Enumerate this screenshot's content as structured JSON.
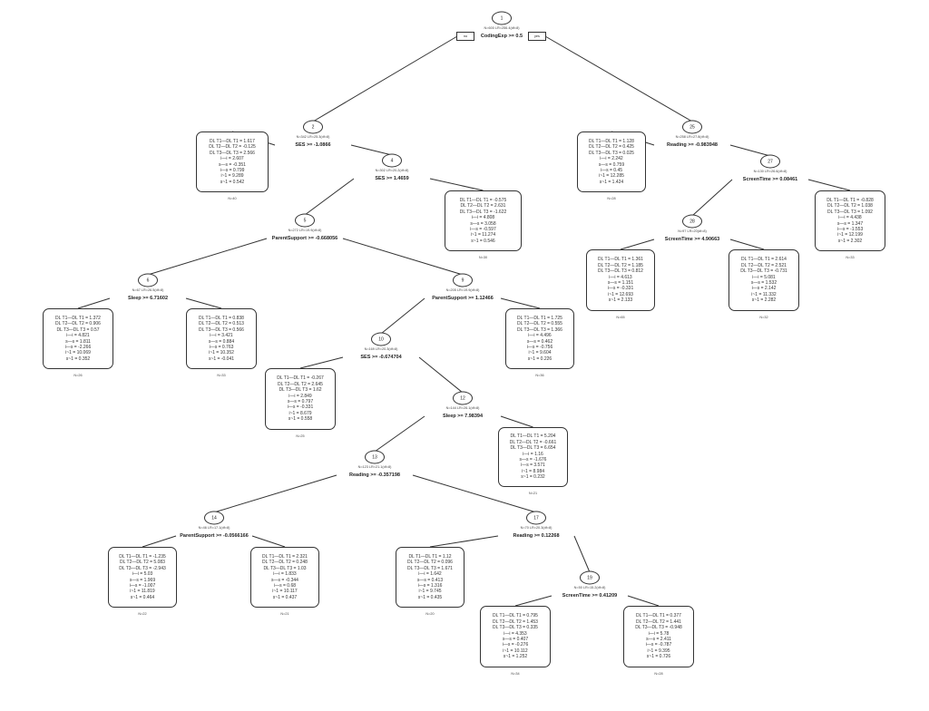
{
  "branch_labels": {
    "no": "no",
    "yes": "yes"
  },
  "nodes": [
    {
      "id": "1",
      "stats": "N=600 LR=256.4(df=8)",
      "split": "CodingExp >= 0.5"
    },
    {
      "id": "2",
      "stats": "N=342 LR=25.3(df=8)",
      "split": "SES >= -1.0866"
    },
    {
      "id": "4",
      "stats": "N=302 LR=20.2(df=8)",
      "split": "SES >= 1.4659"
    },
    {
      "id": "5",
      "stats": "N=272 LR=19.9(df=8)",
      "split": "ParentSupport >= -0.668056"
    },
    {
      "id": "6",
      "stats": "N=67 LR=26.5(df=8)",
      "split": "Sleep >= 6.71602"
    },
    {
      "id": "9",
      "stats": "N=205 LR=19.9(df=8)",
      "split": "ParentSupport >= 1.12466"
    },
    {
      "id": "10",
      "stats": "N=169 LR=20.3(df=8)",
      "split": "SES >= -0.674704"
    },
    {
      "id": "12",
      "stats": "N=144 LR=26.1(df=8)",
      "split": "Sleep >= 7.98394"
    },
    {
      "id": "13",
      "stats": "N=123 LR=21.1(df=8)",
      "split": "Reading >= -0.357198"
    },
    {
      "id": "14",
      "stats": "N=46 LR=17.1(df=8)",
      "split": "ParentSupport >= -0.0566166"
    },
    {
      "id": "17",
      "stats": "N=70 LR=20.3(df=8)",
      "split": "Reading >= 0.12268"
    },
    {
      "id": "19",
      "stats": "N=50 LR=15.2(df=8)",
      "split": "ScreenTime >= 0.41209"
    },
    {
      "id": "25",
      "stats": "N=258 LR=27.8(df=8)",
      "split": "Reading >= -0.983948"
    },
    {
      "id": "27",
      "stats": "N=130 LR=26.6(df=8)",
      "split": "ScreenTime >= 0.08461"
    },
    {
      "id": "28",
      "stats": "N=97 LR=20(df=8)",
      "split": "ScreenTime >= 4.90663"
    }
  ],
  "param_labels": [
    "DL  T1—DL  T1",
    "DL  T2—DL  T2",
    "DL  T3—DL  T3",
    "i—i",
    "s—s",
    "i—s",
    "i~1",
    "s~1"
  ],
  "leaves": [
    {
      "key": "A",
      "n": "N=40",
      "values": [
        "1.617",
        "-0.125",
        "2.566",
        "2.607",
        "-0.351",
        "0.799",
        "9.289",
        "0.542"
      ]
    },
    {
      "key": "B",
      "n": "N=30",
      "values": [
        "-0.575",
        "2.631",
        "-1.622",
        "4.808",
        "3.058",
        "-0.597",
        "11.274",
        "0.546"
      ]
    },
    {
      "key": "C",
      "n": "N=28",
      "values": [
        "1.128",
        "0.425",
        "0.025",
        "2.242",
        "0.759",
        "0.45",
        "12.285",
        "1.424"
      ]
    },
    {
      "key": "D",
      "n": "N=33",
      "values": [
        "-0.828",
        "1.038",
        "1.092",
        "4.438",
        "1.347",
        "-1.553",
        "12.199",
        "2.302"
      ]
    },
    {
      "key": "E",
      "n": "N=65",
      "values": [
        "1.361",
        "1.185",
        "0.812",
        "4.613",
        "1.151",
        "-0.331",
        "12.693",
        "2.133"
      ]
    },
    {
      "key": "F",
      "n": "N=32",
      "values": [
        "2.614",
        "2.521",
        "-0.731",
        "5.081",
        "1.532",
        "2.142",
        "11.332",
        "2.282"
      ]
    },
    {
      "key": "G",
      "n": "N=26",
      "values": [
        "1.372",
        "0.906",
        "0.57",
        "4.821",
        "1.811",
        "-2.266",
        "10.069",
        "0.352"
      ]
    },
    {
      "key": "H",
      "n": "N=33",
      "values": [
        "0.838",
        "0.513",
        "0.566",
        "3.421",
        "0.884",
        "0.763",
        "10.352",
        "-0.041"
      ]
    },
    {
      "key": "I",
      "n": "N=36",
      "values": [
        "1.725",
        "0.555",
        "1.366",
        "4.496",
        "0.462",
        "-0.756",
        "9.604",
        "0.226"
      ]
    },
    {
      "key": "J",
      "n": "N=25",
      "values": [
        "-0.267",
        "2.645",
        "1.62",
        "2.849",
        "0.797",
        "-0.331",
        "8.679",
        "0.558"
      ]
    },
    {
      "key": "K",
      "n": "N=21",
      "values": [
        "5.204",
        "-0.661",
        "6.654",
        "1.16",
        "-1.676",
        "3.571",
        "8.984",
        "0.232"
      ]
    },
    {
      "key": "L",
      "n": "N=22",
      "values": [
        "-1.235",
        "5.083",
        "-2.943",
        "5.03",
        "1.969",
        "-1.007",
        "11.819",
        "0.464"
      ]
    },
    {
      "key": "M",
      "n": "N=21",
      "values": [
        "2.321",
        "0.248",
        "1.03",
        "1.833",
        "-0.344",
        "0.68",
        "10.117",
        "0.437"
      ]
    },
    {
      "key": "N",
      "n": "N=20",
      "values": [
        "1.12",
        "0.096",
        "1.671",
        "1.642",
        "0.413",
        "1.316",
        "9.745",
        "0.435"
      ]
    },
    {
      "key": "O",
      "n": "N=34",
      "values": [
        "0.795",
        "1.453",
        "0.335",
        "4.353",
        "0.407",
        "-0.276",
        "10.112",
        "1.252"
      ]
    },
    {
      "key": "P",
      "n": "N=28",
      "values": [
        "0.377",
        "1.441",
        "-0.948",
        "5.78",
        "2.411",
        "-0.787",
        "9.395",
        "0.726"
      ]
    }
  ]
}
